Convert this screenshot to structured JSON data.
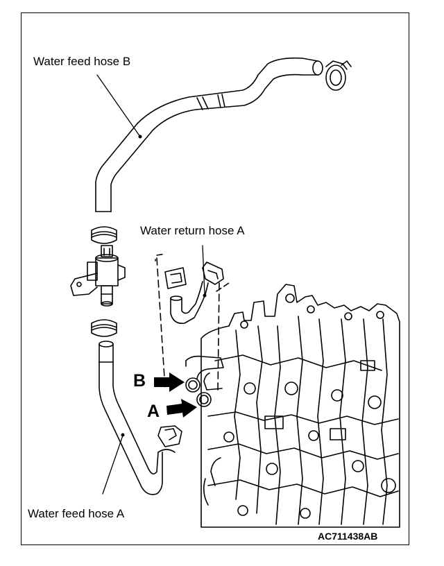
{
  "labels": {
    "feed_hose_b": "Water feed hose B",
    "return_hose_a": "Water return hose A",
    "feed_hose_a": "Water feed hose A",
    "marker_b": "B",
    "marker_a": "A",
    "figure_code": "AC711438AB"
  }
}
